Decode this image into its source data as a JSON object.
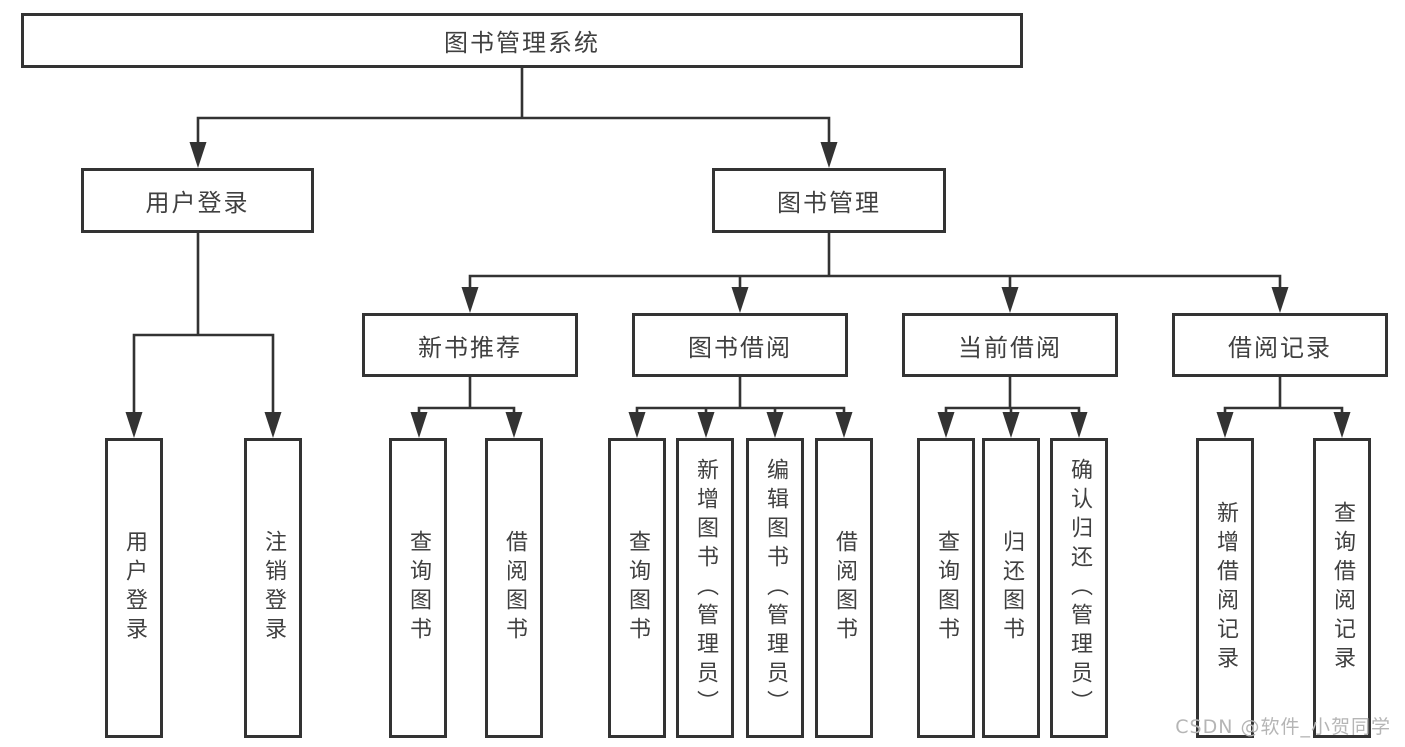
{
  "tree": {
    "root": {
      "label": "图书管理系统",
      "children": [
        {
          "label": "用户登录",
          "children": [
            {
              "label": "用户登录"
            },
            {
              "label": "注销登录"
            }
          ]
        },
        {
          "label": "图书管理",
          "children": [
            {
              "label": "新书推荐",
              "children": [
                {
                  "label": "查询图书"
                },
                {
                  "label": "借阅图书"
                }
              ]
            },
            {
              "label": "图书借阅",
              "children": [
                {
                  "label": "查询图书"
                },
                {
                  "label": "新增图书（管理员）"
                },
                {
                  "label": "编辑图书（管理员）"
                },
                {
                  "label": "借阅图书"
                }
              ]
            },
            {
              "label": "当前借阅",
              "children": [
                {
                  "label": "查询图书"
                },
                {
                  "label": "归还图书"
                },
                {
                  "label": "确认归还（管理员）"
                }
              ]
            },
            {
              "label": "借阅记录",
              "children": [
                {
                  "label": "新增借阅记录"
                },
                {
                  "label": "查询借阅记录"
                }
              ]
            }
          ]
        }
      ]
    }
  },
  "watermark": {
    "text": "CSDN @软件_小贺同学"
  },
  "colors": {
    "line": "#333333",
    "text": "#404040",
    "box_background": "#ffffff",
    "watermark": "#b5b5b5"
  }
}
